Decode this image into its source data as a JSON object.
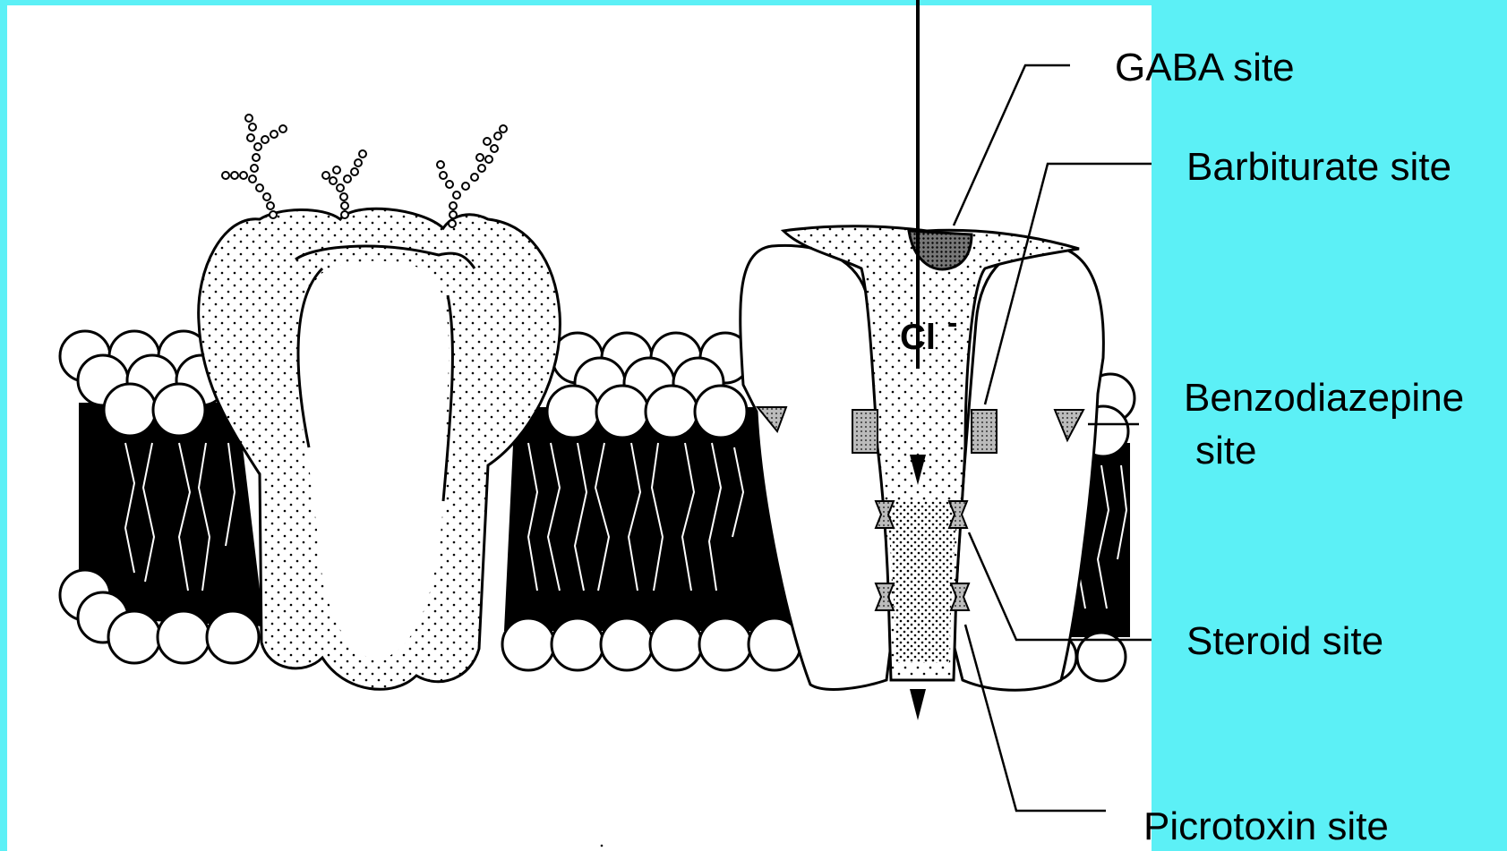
{
  "labels": {
    "gaba": "GABA site",
    "barbiturate": "Barbiturate site",
    "benzodiazepine_line1": "Benzodiazepine",
    "benzodiazepine_line2": "site",
    "steroid": "Steroid site",
    "picrotoxin": "Picrotoxin site",
    "ion": "Cl",
    "ion_charge": "-"
  },
  "colors": {
    "background": "#5cf0f6",
    "panel": "#ffffff",
    "ink": "#000000"
  }
}
